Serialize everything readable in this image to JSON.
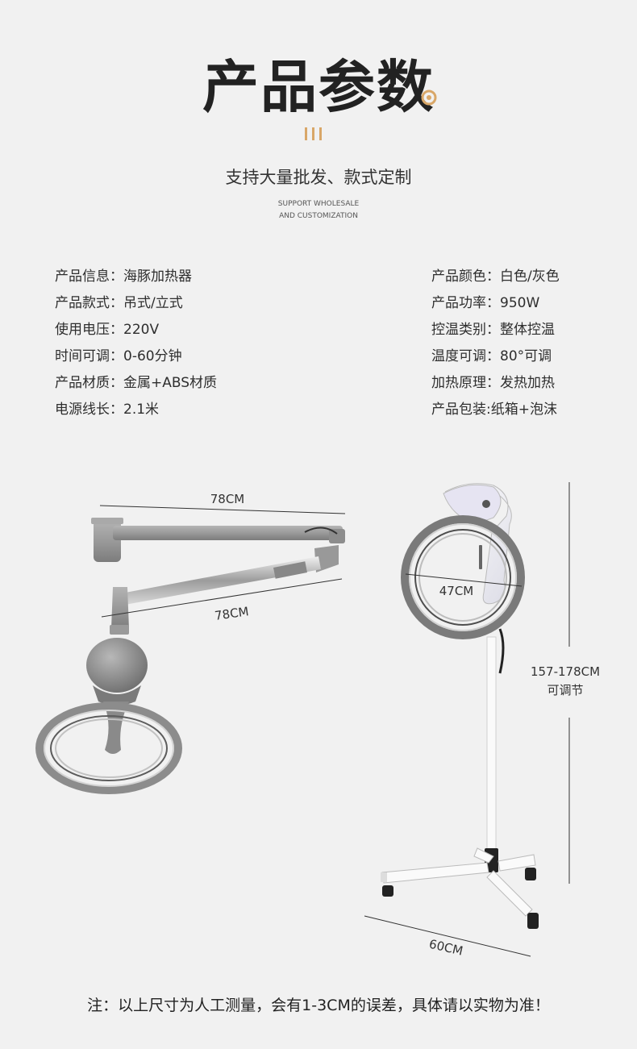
{
  "header": {
    "title": "产品参数",
    "subtitle": "支持大量批发、款式定制",
    "subtitle_en_line1": "SUPPORT WHOLESALE",
    "subtitle_en_line2": "AND CUSTOMIZATION"
  },
  "specs": {
    "left": [
      {
        "label": "产品信息：",
        "value": "海豚加热器"
      },
      {
        "label": "产品款式：",
        "value": "吊式/立式"
      },
      {
        "label": "使用电压：",
        "value": "220V"
      },
      {
        "label": "时间可调：",
        "value": "0-60分钟"
      },
      {
        "label": "产品材质：",
        "value": "金属+ABS材质"
      },
      {
        "label": "电源线长：",
        "value": "2.1米"
      }
    ],
    "right": [
      {
        "label": "产品颜色：",
        "value": "白色/灰色"
      },
      {
        "label": "产品功率：",
        "value": "950W"
      },
      {
        "label": "控温类别：",
        "value": "整体控温"
      },
      {
        "label": "温度可调：",
        "value": "80°可调"
      },
      {
        "label": "加热原理：",
        "value": "发热加热"
      },
      {
        "label": "产品包装:",
        "value": "纸箱+泡沫"
      }
    ]
  },
  "dimensions": {
    "hanging_arm_upper": "78CM",
    "hanging_arm_lower": "78CM",
    "ring_diameter": "47CM",
    "height_line1": "157-178CM",
    "height_line2": "可调节",
    "base_width": "60CM"
  },
  "footer": {
    "note": "注：以上尺寸为人工测量，会有1-3CM的误差，具体请以实物为准！"
  },
  "colors": {
    "accent": "#d9a768",
    "device_gray": "#8c8c8c",
    "device_white": "#f7f7f9",
    "ring_chrome": "#9a9a9a"
  }
}
